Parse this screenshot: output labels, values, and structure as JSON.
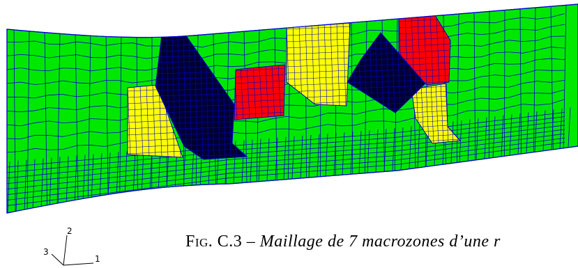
{
  "caption": {
    "label": "Fig. C.3",
    "separator": " – ",
    "text": "Maillage de 7 macrozones d’une r"
  },
  "axes_triad": {
    "x_label": "1",
    "y_label": "2",
    "z_label": "3"
  },
  "colors": {
    "base_zone": "#00e800",
    "yellow_zone": "#ffff00",
    "red_zone": "#ff0000",
    "dark_zone": "#000033",
    "mesh_lines": "#0000cc"
  }
}
